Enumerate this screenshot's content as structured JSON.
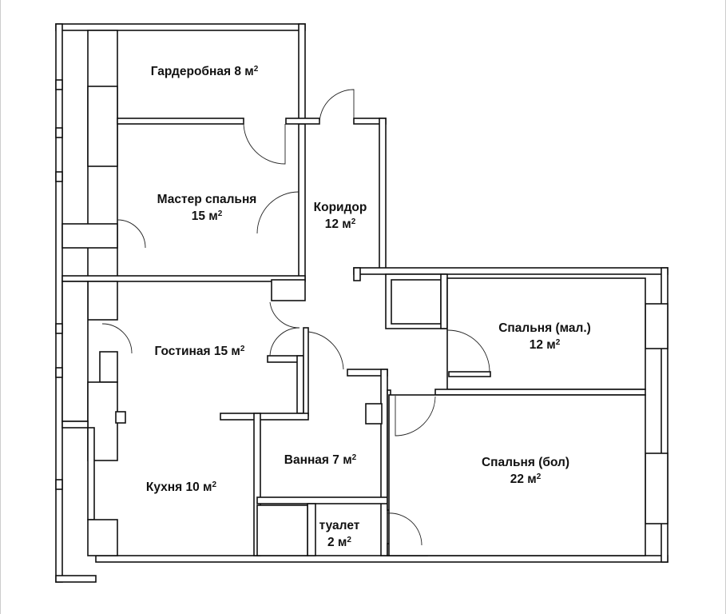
{
  "rooms": [
    {
      "id": "wardrobe",
      "name": "Гардеробная 8 м",
      "sup": "2",
      "line2": ""
    },
    {
      "id": "master",
      "name": "Мастер спальня",
      "line2": "15 м",
      "sup": "2"
    },
    {
      "id": "corridor",
      "name": "Коридор",
      "line2": "12 м",
      "sup": "2"
    },
    {
      "id": "living",
      "name": "Гостиная 15 м",
      "sup": "2",
      "line2": ""
    },
    {
      "id": "small-bedroom",
      "name": "Спальня (мал.)",
      "line2": "12 м",
      "sup": "2"
    },
    {
      "id": "bathroom",
      "name": "Ванная 7 м",
      "sup": "2",
      "line2": ""
    },
    {
      "id": "kitchen",
      "name": "Кухня 10 м",
      "sup": "2",
      "line2": ""
    },
    {
      "id": "large-bedroom",
      "name": "Спальня (бол)",
      "line2": "22 м",
      "sup": "2"
    },
    {
      "id": "toilet",
      "name": "туалет",
      "line2": "2 м",
      "sup": "2"
    }
  ]
}
